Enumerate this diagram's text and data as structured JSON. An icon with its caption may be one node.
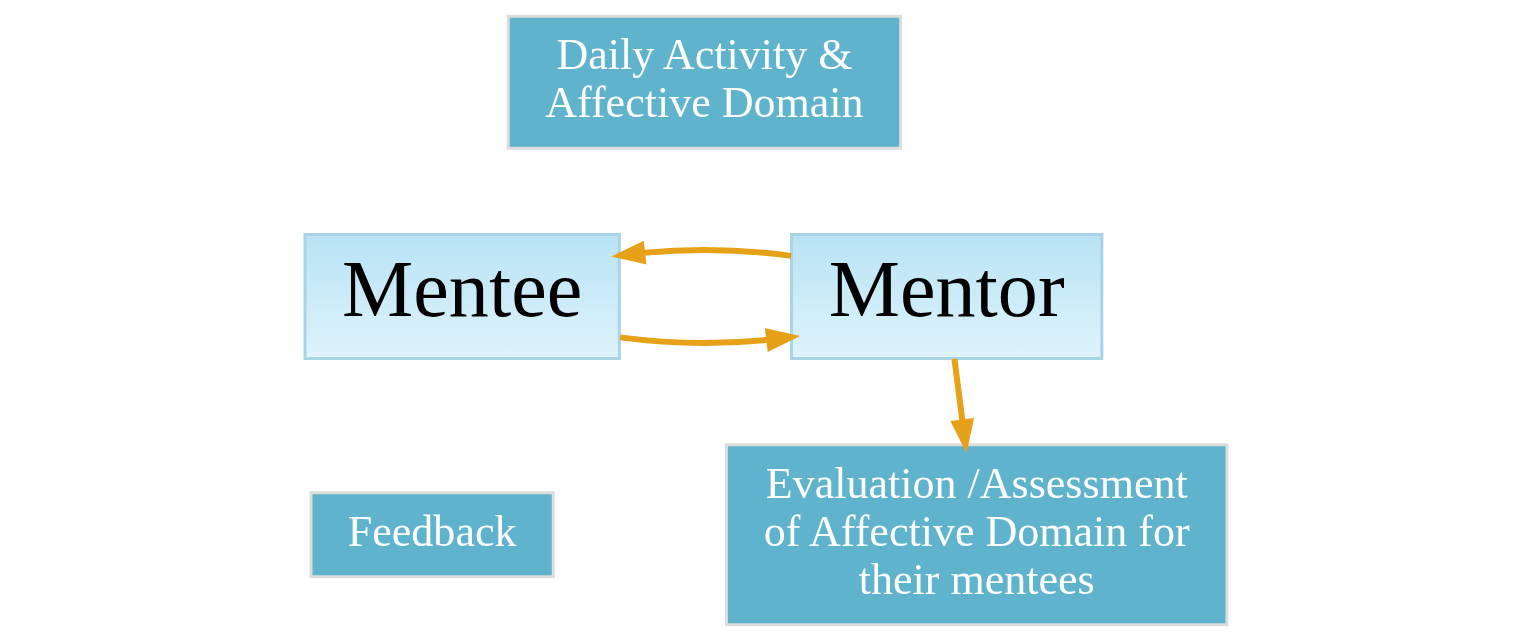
{
  "diagram": {
    "nodes": [
      {
        "text": [
          "Mentee"
        ]
      },
      {
        "text": [
          "Mentor"
        ]
      },
      {
        "text": [
          "Daily Activity & Affective Domain"
        ]
      },
      {
        "text": [
          "Feedback"
        ]
      },
      {
        "text": [
          "Evaluation /Assessment of Affective Domain for their mentees"
        ]
      }
    ],
    "edges": [
      {
        "from": 0,
        "to": 1,
        "arrow": "to"
      },
      {
        "from": 1,
        "to": 0,
        "arrow": "to"
      },
      {
        "from": 1,
        "to": 4,
        "arrow": "to"
      }
    ]
  }
}
